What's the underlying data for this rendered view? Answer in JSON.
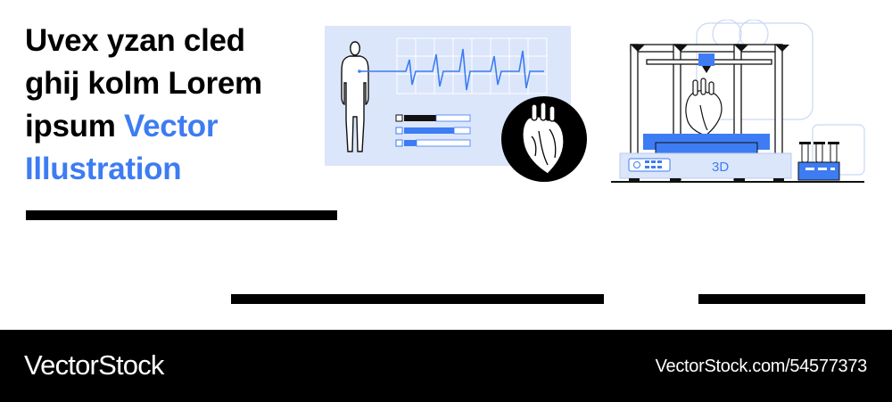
{
  "headline": {
    "line1": "Uvex yzan cled",
    "line2": "ghij kolm Lorem",
    "line3_plain": "ipsum ",
    "line3_accent": "Vector",
    "line4_accent": "Illustration"
  },
  "printer": {
    "label": "3D"
  },
  "footer": {
    "brand": "VectorStock",
    "stock_id": "VectorStock.com/54577373"
  },
  "colors": {
    "accent": "#3d7cf2",
    "panel": "#dbe6fb",
    "ink": "#000000"
  }
}
